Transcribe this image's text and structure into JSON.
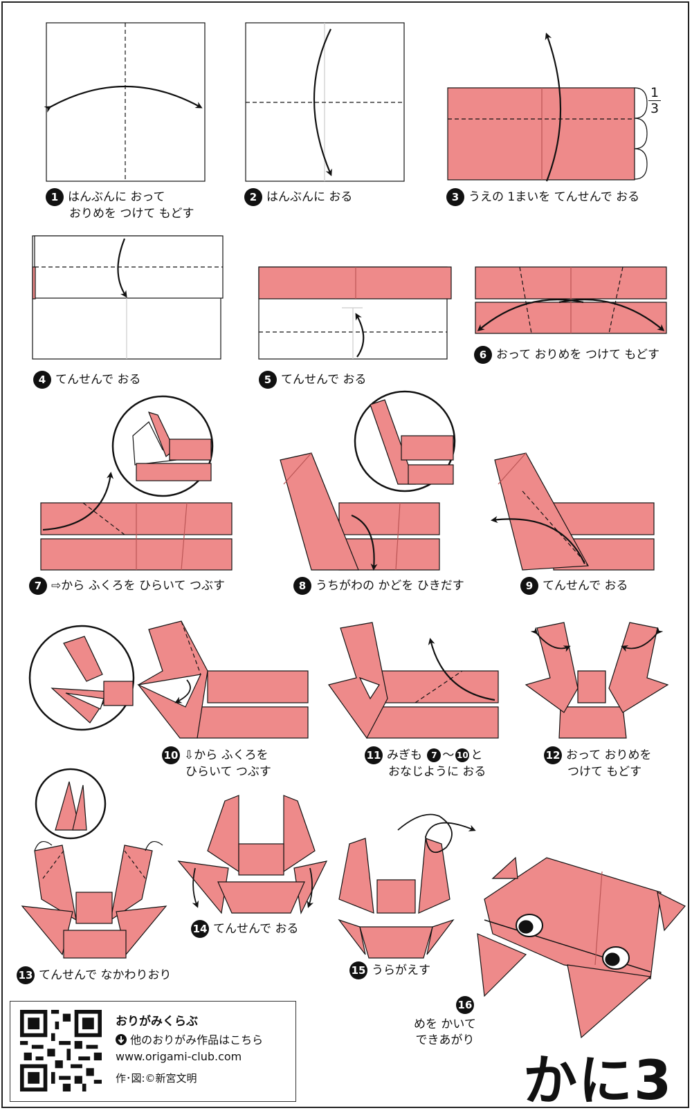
{
  "colors": {
    "paper_front": "#ee8a8a",
    "paper_back": "#ffffff",
    "line": "#111111"
  },
  "fraction": {
    "num": "1",
    "den": "3"
  },
  "steps": [
    {
      "num": "1",
      "line1": "はんぶんに おって",
      "line2": "おりめを つけて もどす"
    },
    {
      "num": "2",
      "line1": "はんぶんに おる"
    },
    {
      "num": "3",
      "line1": "うえの 1まいを てんせんで おる"
    },
    {
      "num": "4",
      "line1": "てんせんで おる"
    },
    {
      "num": "5",
      "line1": "てんせんで おる"
    },
    {
      "num": "6",
      "line1": "おって おりめを つけて もどす"
    },
    {
      "num": "7",
      "line1": "⇨から ふくろを ひらいて つぶす"
    },
    {
      "num": "8",
      "line1": "うちがわの かどを ひきだす"
    },
    {
      "num": "9",
      "line1": "てんせんで おる"
    },
    {
      "num": "10",
      "line1": "⇩から ふくろを",
      "line2": "ひらいて つぶす"
    },
    {
      "num": "11",
      "line1": "みぎも",
      "ref_a": "7",
      "tilde": "〜",
      "ref_b": "10",
      "after": "と",
      "line2": "おなじように おる"
    },
    {
      "num": "12",
      "line1": "おって おりめを",
      "line2": "つけて もどす"
    },
    {
      "num": "13",
      "line1": "てんせんで なかわりおり"
    },
    {
      "num": "14",
      "line1": "てんせんで おる"
    },
    {
      "num": "15",
      "line1": "うらがえす"
    },
    {
      "num": "16",
      "line1": "めを かいて",
      "line2": "できあがり"
    }
  ],
  "footer": {
    "brand": "おりがみくらぶ",
    "more_icon": "down-arrow-circle-icon",
    "more": "他のおりがみ作品はこちら",
    "url": "www.origami-club.com",
    "credit": "作･図:©新宮文明"
  },
  "title": "かに3"
}
